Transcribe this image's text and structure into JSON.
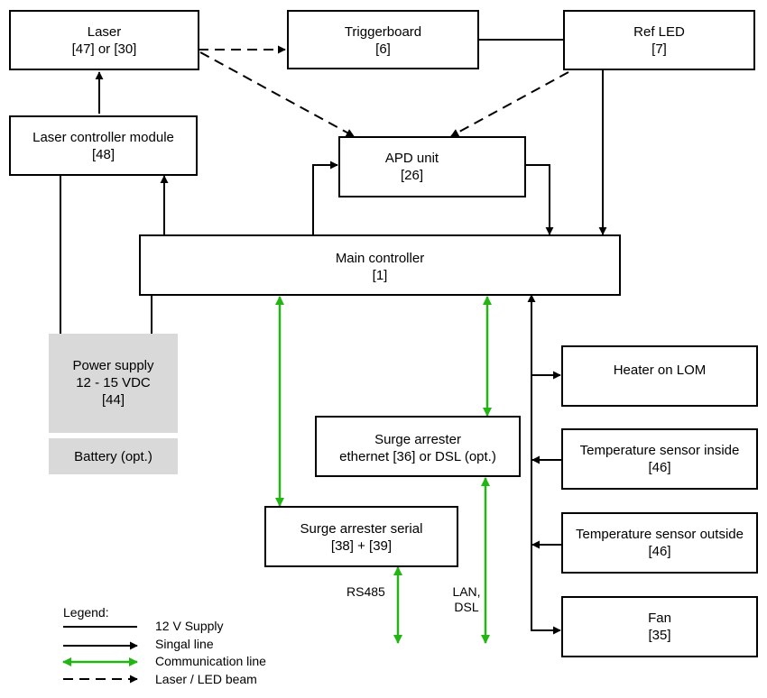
{
  "nodes": {
    "laser": {
      "name": "Laser",
      "ref": "[47] or [30]"
    },
    "triggerboard": {
      "name": "Triggerboard",
      "ref": "[6]"
    },
    "ref_led": {
      "name": "Ref LED",
      "ref": "[7]"
    },
    "laser_controller": {
      "name": "Laser controller module",
      "ref": "[48]"
    },
    "apd_unit": {
      "name": "APD unit",
      "ref": "[26]"
    },
    "main_controller": {
      "name": "Main controller",
      "ref": "[1]"
    },
    "power_supply": {
      "line1": "Power supply",
      "line2": "12 - 15 VDC",
      "ref": "[44]"
    },
    "battery": {
      "name": "Battery (opt.)"
    },
    "heater": {
      "name": "Heater on LOM"
    },
    "temp_inside": {
      "name": "Temperature sensor inside",
      "ref": "[46]"
    },
    "temp_outside": {
      "name": "Temperature sensor outside",
      "ref": "[46]"
    },
    "fan": {
      "name": "Fan",
      "ref": "[35]"
    },
    "surge_ethernet": {
      "line1": "Surge arrester",
      "line2": "ethernet [36] or DSL (opt.)"
    },
    "surge_serial": {
      "name": "Surge arrester serial",
      "ref": "[38] + [39]"
    }
  },
  "labels": {
    "rs485": "RS485",
    "lan_dsl_1": "LAN,",
    "lan_dsl_2": "DSL"
  },
  "legend": {
    "title": "Legend:",
    "items": [
      {
        "style": "supply",
        "label": "12 V Supply"
      },
      {
        "style": "signal",
        "label": "Singal line"
      },
      {
        "style": "communication",
        "label": "Communication line"
      },
      {
        "style": "beam",
        "label": "Laser / LED beam"
      }
    ]
  },
  "colors": {
    "line": "#000000",
    "communication": "#22b514",
    "power_fill": "#d9d9d9"
  }
}
